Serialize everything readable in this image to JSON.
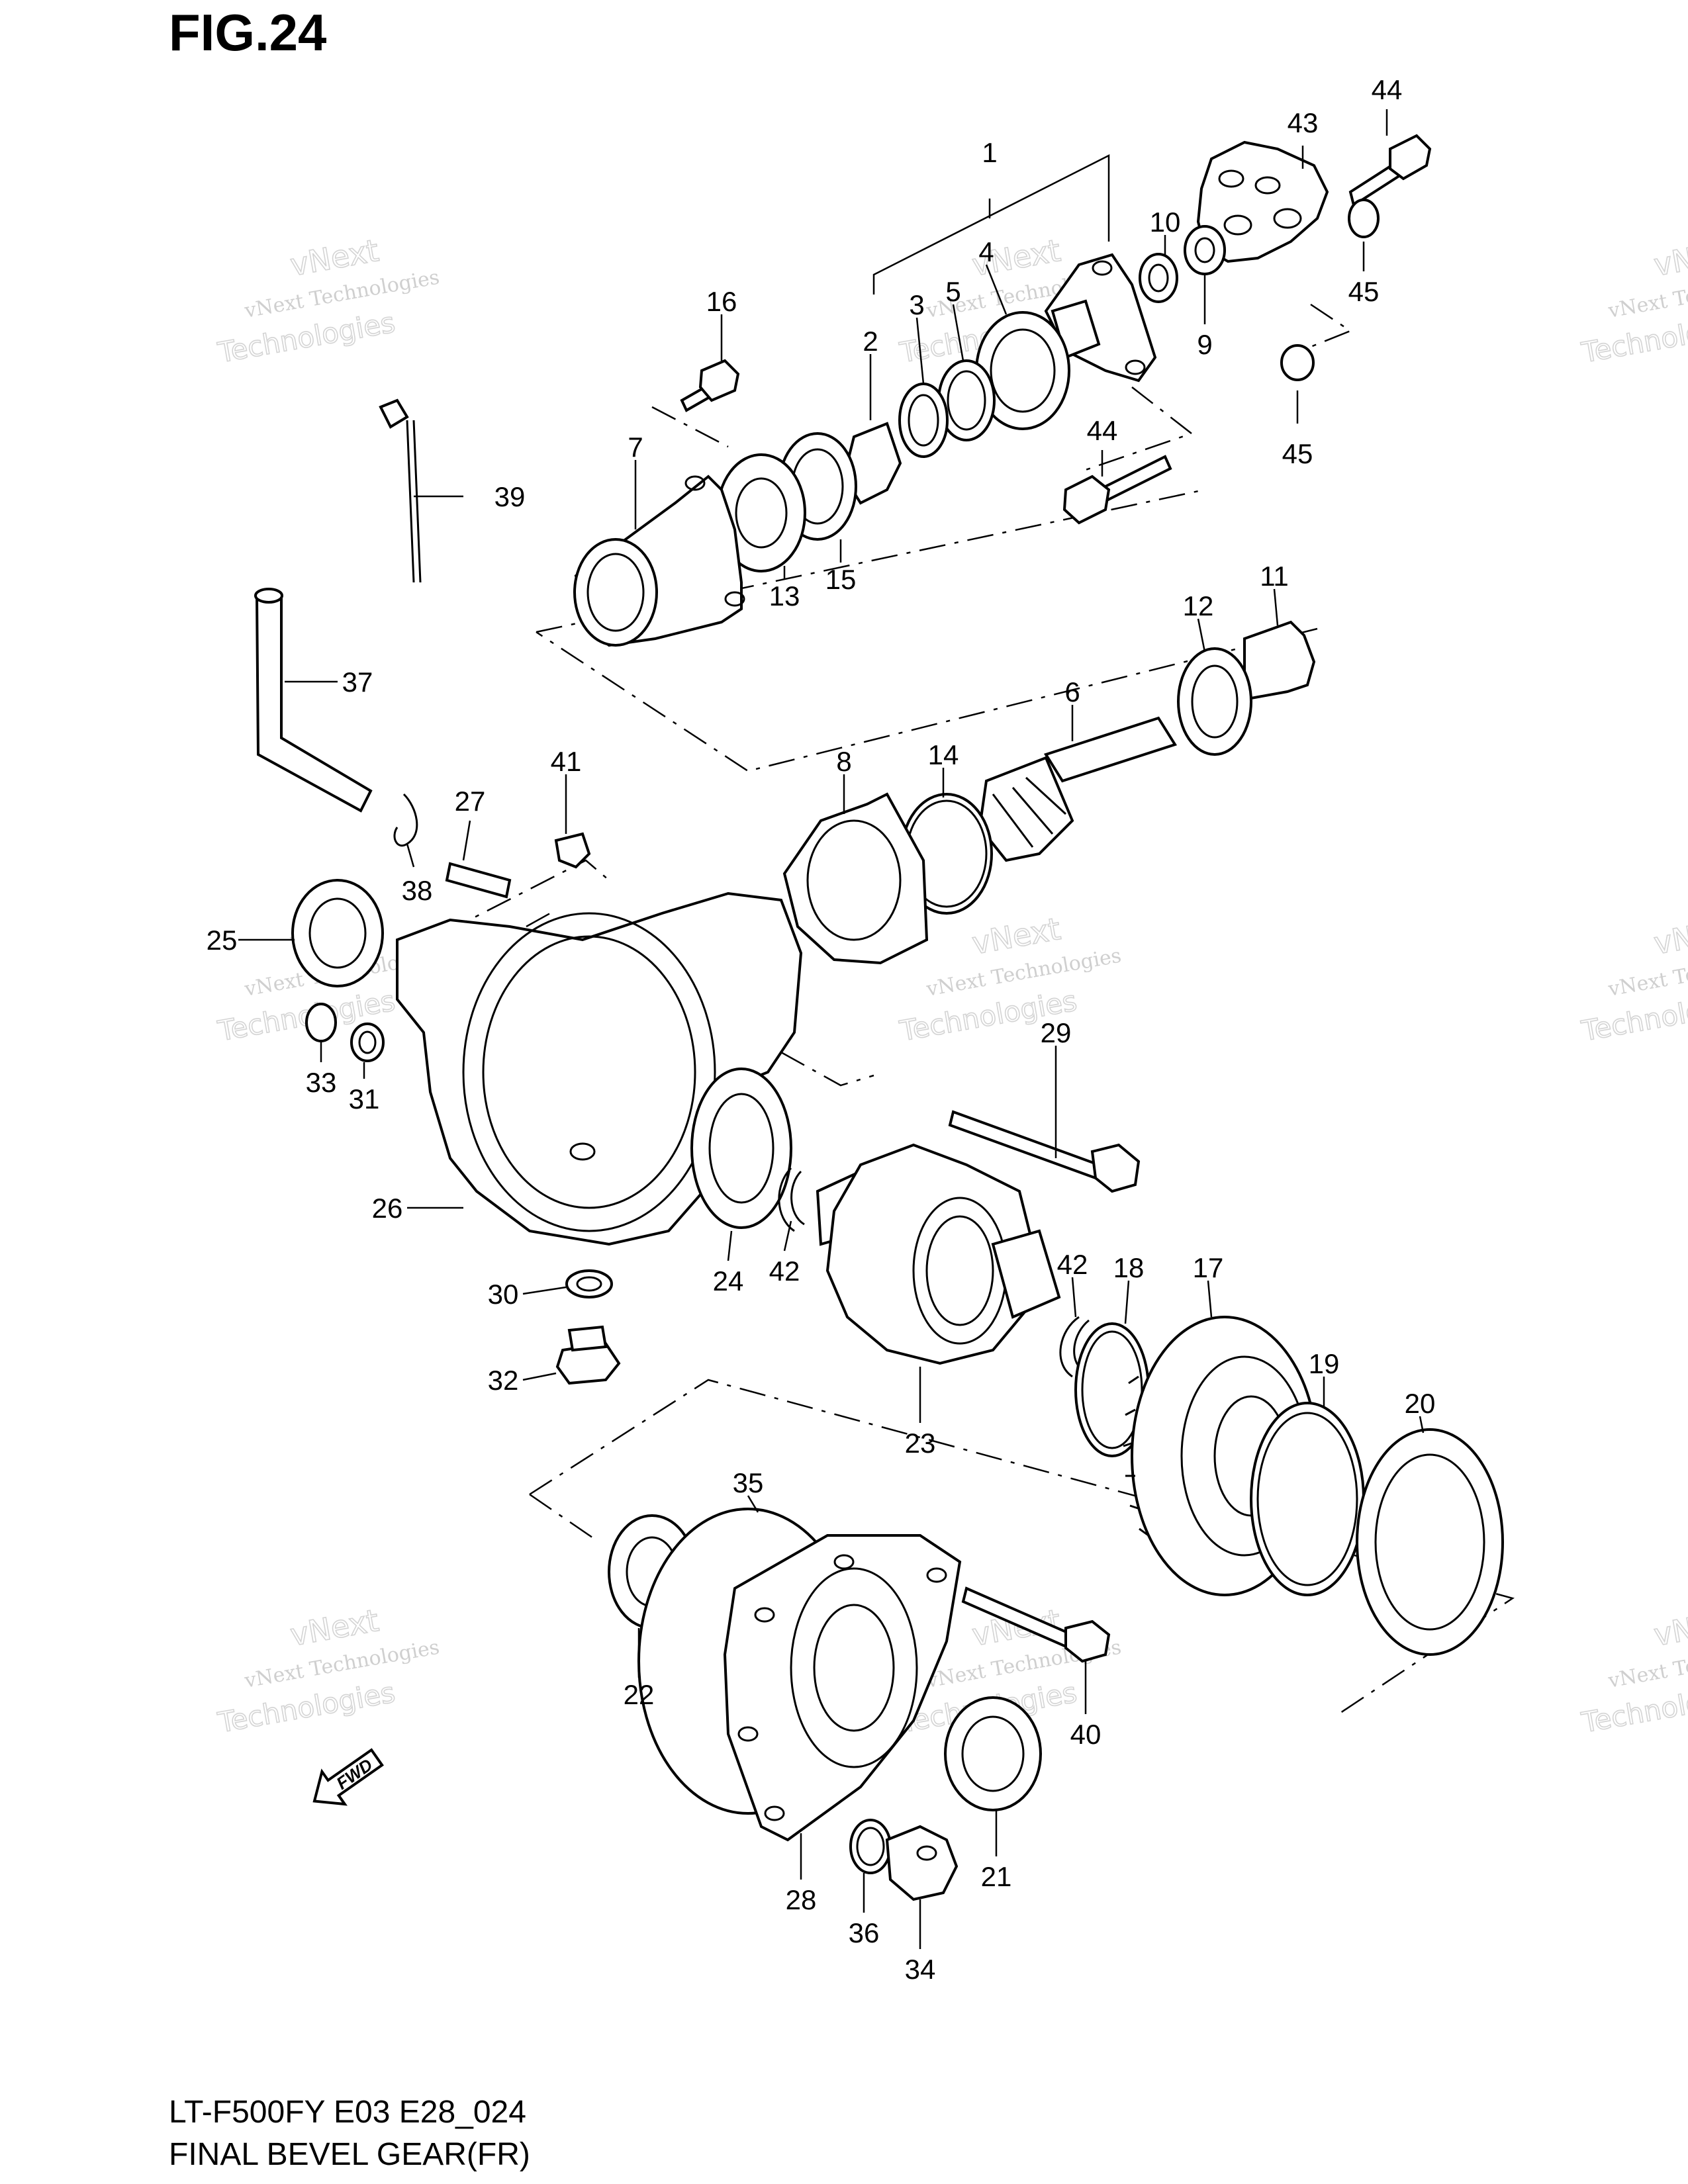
{
  "figure": {
    "title": "FIG.24",
    "model_code": "LT-F500FY E03 E28_024",
    "assembly_name": "FINAL BEVEL GEAR(FR)"
  },
  "fwd_badge": "FWD",
  "watermark": {
    "line1": "vNext Technologies",
    "line2": "vNext",
    "line3": "Technologies"
  },
  "callouts": [
    "1",
    "2",
    "3",
    "4",
    "5",
    "6",
    "7",
    "8",
    "9",
    "10",
    "11",
    "12",
    "13",
    "14",
    "15",
    "16",
    "17",
    "18",
    "19",
    "20",
    "21",
    "22",
    "23",
    "24",
    "25",
    "26",
    "27",
    "28",
    "29",
    "30",
    "31",
    "32",
    "33",
    "34",
    "35",
    "36",
    "37",
    "38",
    "39",
    "40",
    "41",
    "42",
    "42",
    "43",
    "44",
    "44",
    "45",
    "45"
  ]
}
